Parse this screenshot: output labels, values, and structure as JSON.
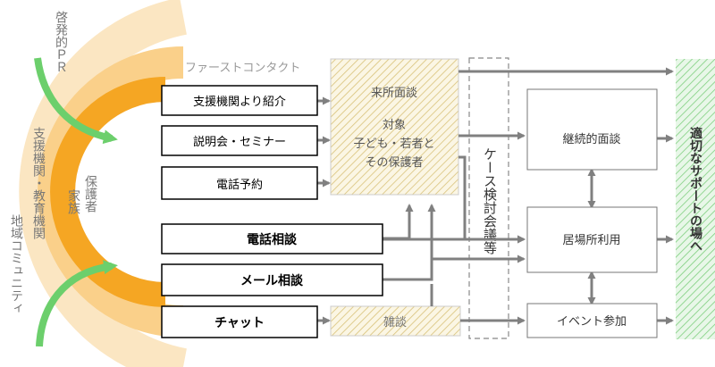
{
  "left_labels": {
    "outreach": "啓発的ＰＲ",
    "support_org": "支援機関・教育機関",
    "community": "地域コミュニティ",
    "family": "家族",
    "guardian": "保護者"
  },
  "first_contact_label": "ファーストコンタクト",
  "contact_boxes": {
    "referral": "支援機関より紹介",
    "briefing": "説明会・セミナー",
    "phone_reservation": "電話予約",
    "phone_consult": "電話相談",
    "mail_consult": "メール相談",
    "chat": "チャット"
  },
  "visit": {
    "title": "来所面談",
    "target_line1": "対象",
    "target_line2": "子ども・若者と",
    "target_line3": "その保護者"
  },
  "chat_talk": "雑談",
  "case_meeting": "ケース検討会議等",
  "right_boxes": {
    "continuing": "継続的面談",
    "ibasho": "居場所利用",
    "event": "イベント参加"
  },
  "destination": "適切なサポートの場へ",
  "colors": {
    "orange_outer": "#fbe6c2",
    "orange_mid": "#fad08a",
    "orange_inner": "#f5a623",
    "green": "#6ccf6c",
    "hatch_yellow": "#e8d79b",
    "hatch_green": "#9fd99f",
    "arrow_gray": "#808080"
  }
}
